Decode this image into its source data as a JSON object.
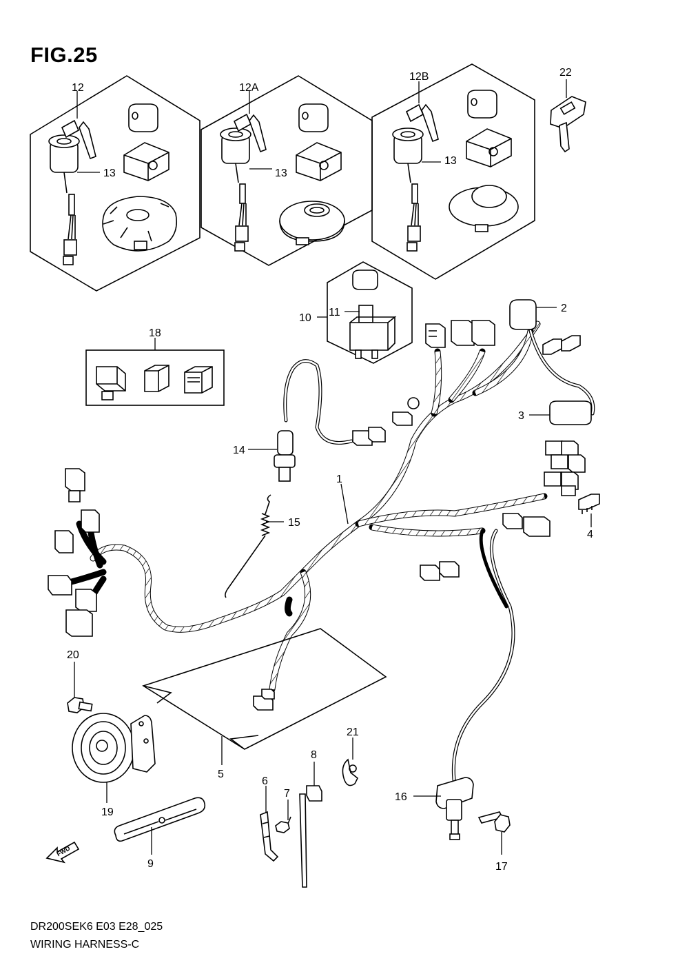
{
  "figure": {
    "title": "FIG.25",
    "code": "DR200SEK6 E03 E28_025",
    "name": "WIRING HARNESS-C",
    "fwd_label": "FWD"
  },
  "callouts": {
    "c1": "1",
    "c2": "2",
    "c3": "3",
    "c4": "4",
    "c5": "5",
    "c6": "6",
    "c7": "7",
    "c8": "8",
    "c9": "9",
    "c10": "10",
    "c11": "11",
    "c12": "12",
    "c12a": "12A",
    "c12b": "12B",
    "c13a": "13",
    "c13b": "13",
    "c13c": "13",
    "c14": "14",
    "c15": "15",
    "c16": "16",
    "c17": "17",
    "c18": "18",
    "c19": "19",
    "c20": "20",
    "c21": "21",
    "c22": "22"
  }
}
